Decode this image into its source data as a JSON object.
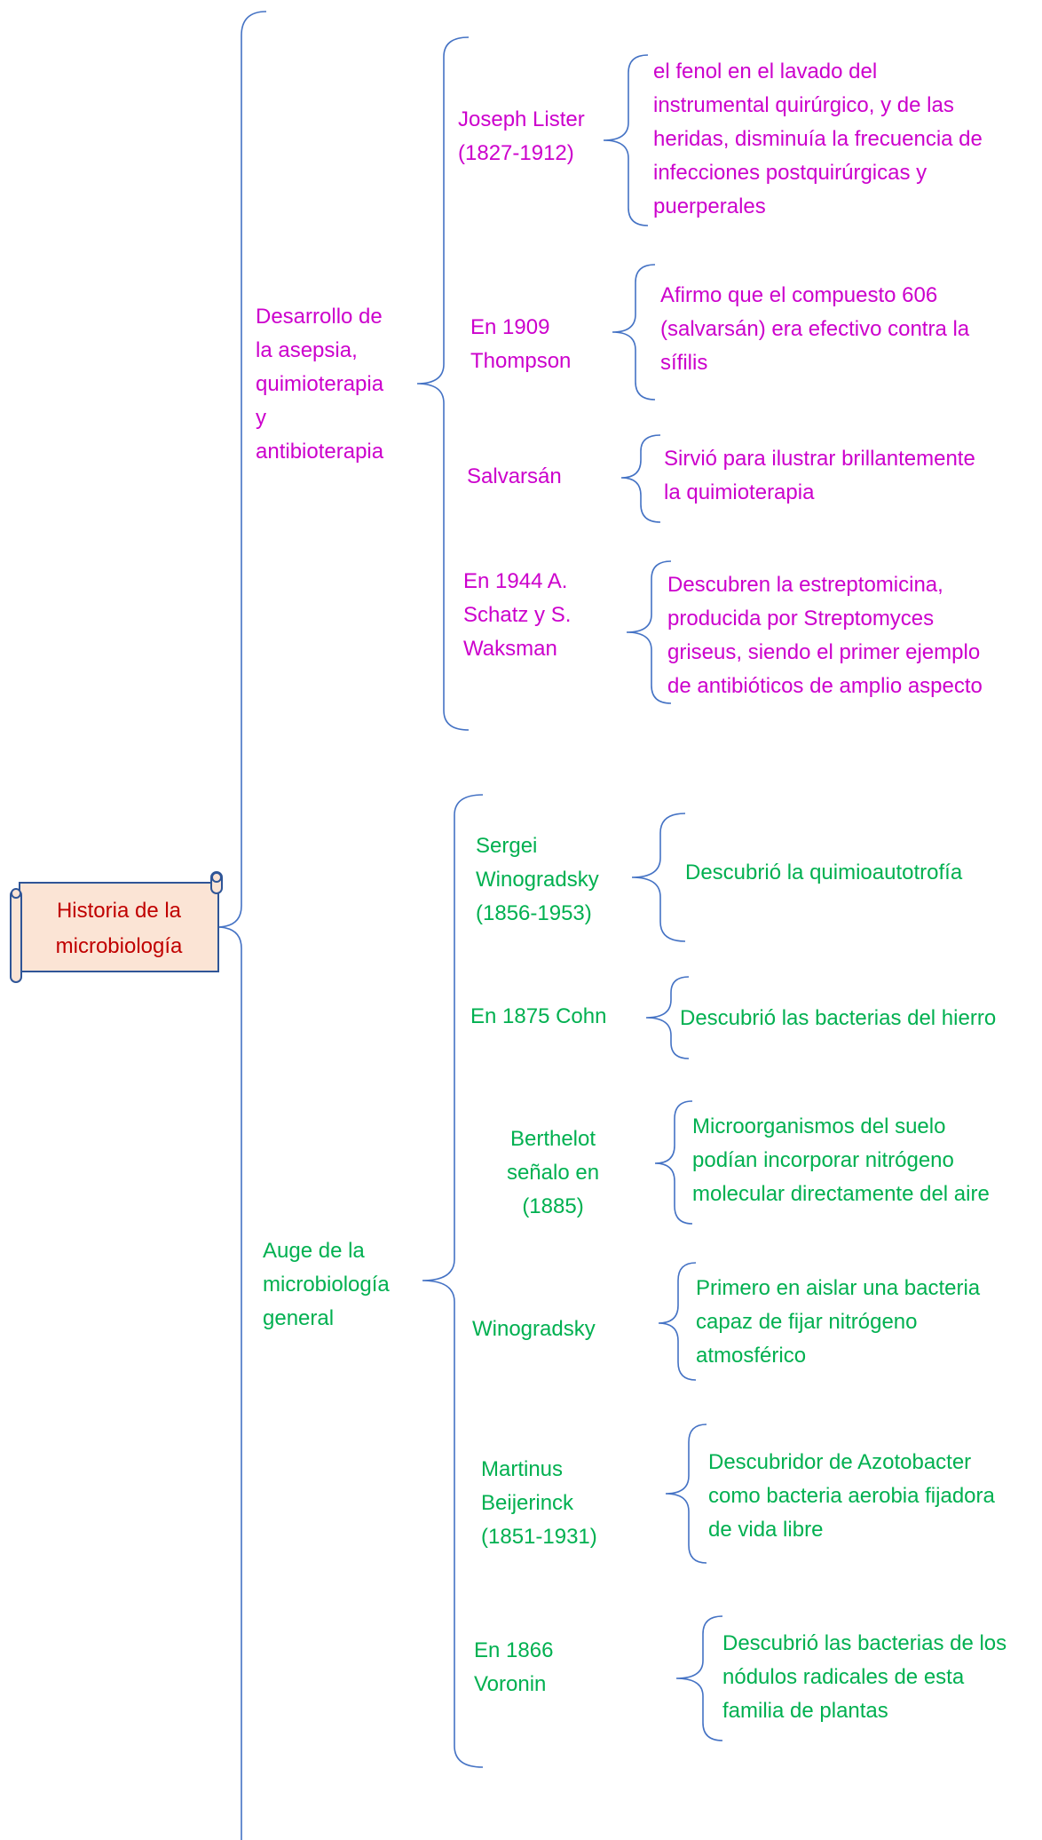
{
  "root": {
    "label": "Historia de la\nmicrobiología"
  },
  "colors": {
    "line": "#4472c4",
    "section1": "#cc00cc",
    "section2": "#00b050",
    "root_text": "#c00000",
    "scroll_fill": "#fbe4d5",
    "scroll_stroke": "#2f5597"
  },
  "sections": [
    {
      "label": "Desarrollo de\nla asepsia,\nquimioterapia\ny\nantibioterapia",
      "items": [
        {
          "name": "Joseph Lister\n(1827-1912)",
          "detail": "el fenol en el lavado del\ninstrumental quirúrgico, y de las\nheridas, disminuía la frecuencia de\ninfecciones postquirúrgicas y\npuerperales"
        },
        {
          "name": "En 1909\nThompson",
          "detail": "Afirmo que el compuesto 606\n(salvarsán) era efectivo contra la\nsífilis"
        },
        {
          "name": "Salvarsán",
          "detail": "Sirvió para ilustrar brillantemente\nla quimioterapia"
        },
        {
          "name": "En 1944 A.\nSchatz y S.\nWaksman",
          "detail": "Descubren la estreptomicina,\nproducida por Streptomyces\ngriseus, siendo el primer ejemplo\nde antibióticos de amplio aspecto"
        }
      ]
    },
    {
      "label": "Auge de la\nmicrobiología\ngeneral",
      "items": [
        {
          "name": "Sergei\nWinogradsky\n(1856-1953)",
          "detail": "Descubrió la quimioautotrofía"
        },
        {
          "name": "En 1875 Cohn",
          "detail": "Descubrió las bacterias del hierro"
        },
        {
          "name": "Berthelot\nseñalo en\n(1885)",
          "detail": "Microorganismos del suelo\npodían incorporar nitrógeno\nmolecular directamente del aire"
        },
        {
          "name": "Winogradsky",
          "detail": "Primero en aislar una bacteria\ncapaz de fijar nitrógeno\natmosférico"
        },
        {
          "name": "Martinus\nBeijerinck\n(1851-1931)",
          "detail": "Descubridor de Azotobacter\ncomo bacteria aerobia fijadora\nde vida libre"
        },
        {
          "name": "En 1866\nVoronin",
          "detail": "Descubrió las bacterias de los\nnódulos radicales de esta\nfamilia de plantas"
        }
      ]
    }
  ]
}
